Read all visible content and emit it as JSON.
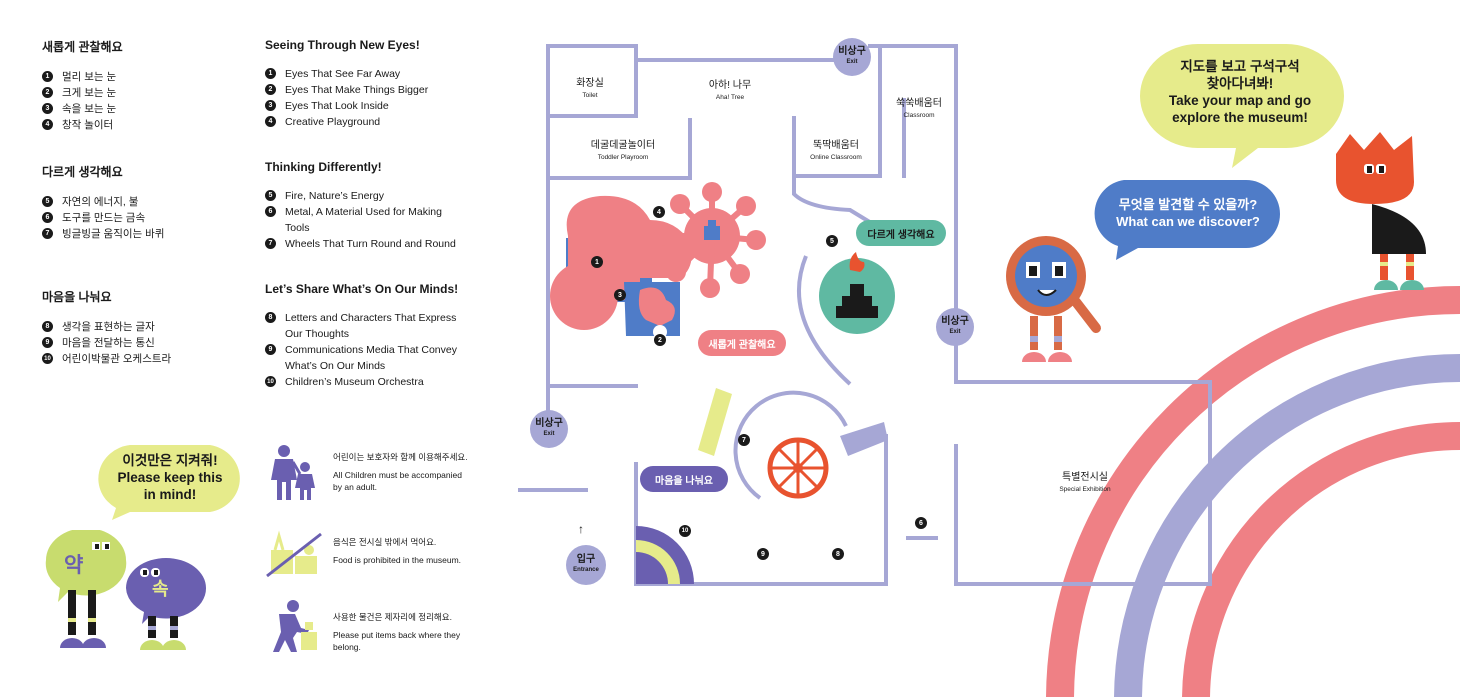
{
  "left_ko": {
    "s1": {
      "title": "새롭게 관찰해요",
      "items": [
        {
          "n": "1",
          "t": "멀리 보는 눈"
        },
        {
          "n": "2",
          "t": "크게 보는 눈"
        },
        {
          "n": "3",
          "t": "속을 보는 눈"
        },
        {
          "n": "4",
          "t": "창작 놀이터"
        }
      ]
    },
    "s2": {
      "title": "다르게 생각해요",
      "items": [
        {
          "n": "5",
          "t": "자연의 에너지, 불"
        },
        {
          "n": "6",
          "t": "도구를 만드는 금속"
        },
        {
          "n": "7",
          "t": "빙글빙글 움직이는 바퀴"
        }
      ]
    },
    "s3": {
      "title": "마음을 나눠요",
      "items": [
        {
          "n": "8",
          "t": "생각을 표현하는 글자"
        },
        {
          "n": "9",
          "t": "마음을 전달하는 통신"
        },
        {
          "n": "10",
          "t": "어린이박물관 오케스트라"
        }
      ]
    }
  },
  "left_en": {
    "s1": {
      "title": "Seeing Through New Eyes!",
      "items": [
        {
          "n": "1",
          "t": "Eyes That See Far Away"
        },
        {
          "n": "2",
          "t": "Eyes That Make Things Bigger"
        },
        {
          "n": "3",
          "t": "Eyes That Look Inside"
        },
        {
          "n": "4",
          "t": "Creative Playground"
        }
      ]
    },
    "s2": {
      "title": "Thinking Differently!",
      "items": [
        {
          "n": "5",
          "t": "Fire, Nature’s Energy"
        },
        {
          "n": "6",
          "t": "Metal, A Material Used for Making Tools"
        },
        {
          "n": "7",
          "t": "Wheels That Turn Round and Round"
        }
      ]
    },
    "s3": {
      "title": "Let’s Share What’s On Our Minds!",
      "items": [
        {
          "n": "8",
          "t": "Letters and Characters That Express Our Thoughts"
        },
        {
          "n": "9",
          "t": "Communications Media That Convey What’s On Our Minds"
        },
        {
          "n": "10",
          "t": "Children’s Museum Orchestra"
        }
      ]
    }
  },
  "keep_bubble": {
    "line1": "이것만은 지켜줘!",
    "line2": "Please keep this",
    "line3": "in mind!"
  },
  "characters": {
    "yak": "약",
    "sok": "속"
  },
  "rules": [
    {
      "icon": "family-icon",
      "ko": "어린이는 보호자와 함께 이용해주세요.",
      "en": "All Children must be accompanied by an adult."
    },
    {
      "icon": "no-food-icon",
      "ko": "음식은 전시실 밖에서 먹어요.",
      "en": "Food is prohibited in the museum."
    },
    {
      "icon": "tidy-up-icon",
      "ko": "사용한 물건은 제자리에 정리해요.",
      "en": "Please put items back where they belong."
    }
  ],
  "map": {
    "toilet": {
      "ko": "화장실",
      "en": "Toilet"
    },
    "aha_tree": {
      "ko": "아하! 나무",
      "en": "Aha! Tree"
    },
    "classroom": {
      "ko": "쑥쑥배움터",
      "en": "Classroom"
    },
    "toddler": {
      "ko": "데굴데굴놀이터",
      "en": "Toddler Playroom"
    },
    "online": {
      "ko": "뚝딱배움터",
      "en": "Online Classroom"
    },
    "special": {
      "ko": "특별전시실",
      "en": "Special Exhibition"
    },
    "entrance": {
      "ko": "입구",
      "en": "Entrance",
      "arrow": "↑"
    },
    "exit": {
      "ko": "비상구",
      "en": "Exit"
    },
    "zone_observe": "새롭게 관찰해요",
    "zone_think": "다르게 생각해요",
    "zone_share": "마음을 나눠요",
    "numbers": [
      "1",
      "2",
      "3",
      "4",
      "5",
      "6",
      "7",
      "8",
      "9",
      "10"
    ]
  },
  "bubbles": {
    "discover_ko": "무엇을 발견할 수 있을까?",
    "discover_en": "What can we discover?",
    "map_ko_1": "지도를 보고 구석구석",
    "map_ko_2": "찾아다녀봐!",
    "map_en_1": "Take your map and go",
    "map_en_2": "explore the museum!"
  },
  "colors": {
    "lilac": "#a6a7d5",
    "purple": "#6a5fb0",
    "pink": "#ef8085",
    "lime": "#e6eb8b",
    "blue": "#4f7cc8",
    "teal": "#5fb9a2",
    "red": "#e8532f",
    "dark": "#1a1a1a"
  }
}
